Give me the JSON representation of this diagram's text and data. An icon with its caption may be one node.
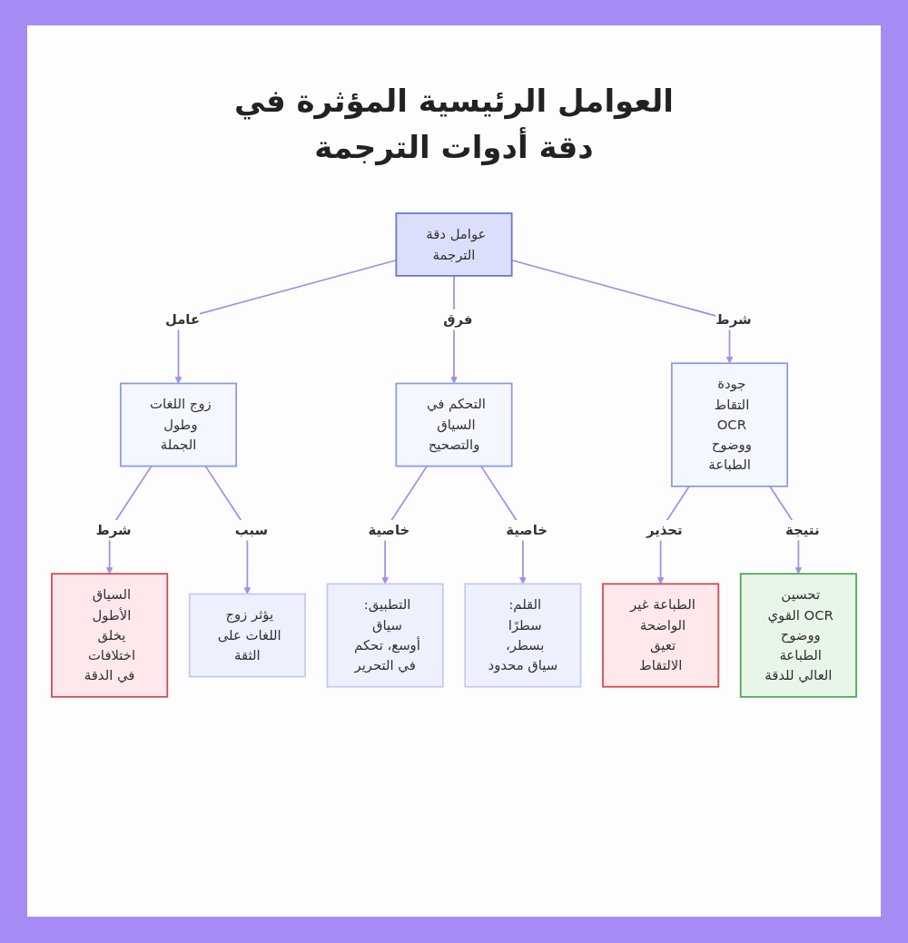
{
  "diagram": {
    "title": "العوامل الرئيسية المؤثرة في دقة أدوات الترجمة",
    "nodes": [
      {
        "text": [
          "عوامل دقة الترجمة"
        ]
      },
      {
        "text": [
          "زوج اللغات وطول الجملة"
        ]
      },
      {
        "text": [
          "التحكم في السياق والتصحيح"
        ]
      },
      {
        "text": [
          "جودة التقاط OCR ووضوح الطباعة"
        ]
      },
      {
        "text": [
          "السياق الأطول يخلق اختلافات في الدقة"
        ]
      },
      {
        "text": [
          "يؤثر زوج اللغات على الثقة"
        ]
      },
      {
        "text": [
          "التطبيق: سياق أوسع، تحكم في التحرير"
        ]
      },
      {
        "text": [
          "القلم: سطرًا بسطر، سياق محدود"
        ]
      },
      {
        "text": [
          "الطباعة غير الواضحة تعيق الالتقاط"
        ]
      },
      {
        "text": [
          "تحسين OCR القوي ووضوح الطباعة العالي للدقة"
        ]
      }
    ],
    "edges": [
      {
        "from": 0,
        "to": 1,
        "arrow": "to",
        "label": "عامل"
      },
      {
        "from": 0,
        "to": 2,
        "arrow": "to",
        "label": "فرق"
      },
      {
        "from": 0,
        "to": 3,
        "arrow": "to",
        "label": "شرط"
      },
      {
        "from": 1,
        "to": 4,
        "arrow": "to",
        "label": "شرط"
      },
      {
        "from": 1,
        "to": 5,
        "arrow": "to",
        "label": "سبب"
      },
      {
        "from": 2,
        "to": 6,
        "arrow": "to",
        "label": "خاصية"
      },
      {
        "from": 2,
        "to": 7,
        "arrow": "to",
        "label": "خاصية"
      },
      {
        "from": 3,
        "to": 8,
        "arrow": "to",
        "label": "تحذير"
      },
      {
        "from": 3,
        "to": 9,
        "arrow": "to",
        "label": "نتيجة"
      }
    ]
  }
}
